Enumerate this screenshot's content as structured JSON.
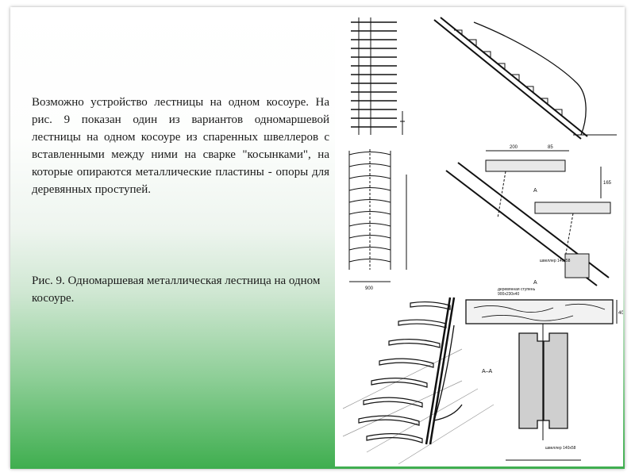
{
  "slide": {
    "paragraph": "Возможно устройство лестницы на одном косоуре. На рис. 9 показан один из вариантов одномаршевой лестницы на одном косоуре из спаренных швеллеров с вставленными между ними на сварке \"косынками\", на которые опираются металлические пластины - опоры для деревянных проступей.",
    "caption": "Рис. 9. Одномаршевая металлическая лестница на одном косоуре."
  },
  "figure": {
    "dim_width_left": "200",
    "dim_width_right": "85",
    "dim_height_tread": "165",
    "dim_plan": "900",
    "dim_tread_thickness": "40",
    "section_mark": "А",
    "section_title": "А–А",
    "label_channel_mid": "швеллер 140х58",
    "label_channel_bottom": "швеллер 140х58",
    "label_board_line1": "деревянная ступень",
    "label_board_line2": "900х230х40",
    "icons": [
      "stair-plan-drawing",
      "stair-elevation-drawing",
      "stair-perspective-drawing",
      "tread-detail-drawing",
      "cross-section-drawing"
    ]
  }
}
